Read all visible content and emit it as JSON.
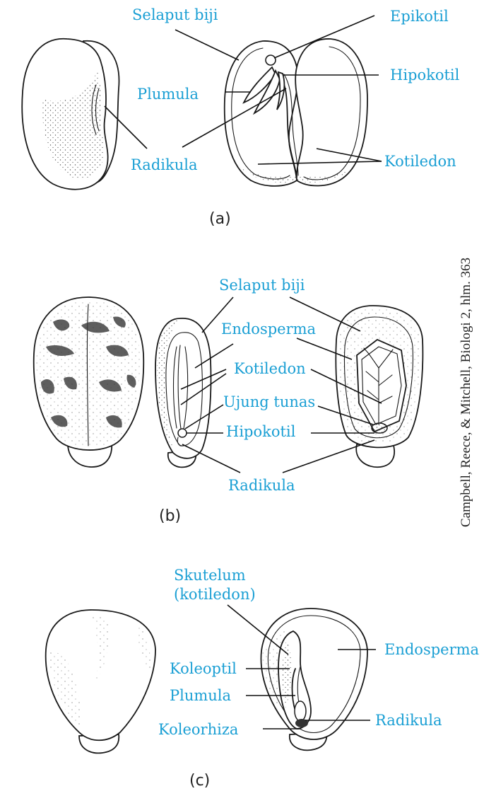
{
  "colors": {
    "label": "#1a9fd4",
    "ink": "#1a1a1a",
    "stipple": "#555555",
    "background": "#ffffff"
  },
  "panel_a": {
    "caption": "(a)",
    "labels": {
      "selaput_biji": "Selaput biji",
      "epikotil": "Epikotil",
      "plumula": "Plumula",
      "hipokotil": "Hipokotil",
      "radikula": "Radikula",
      "kotiledon": "Kotiledon"
    }
  },
  "panel_b": {
    "caption": "(b)",
    "labels": {
      "selaput_biji": "Selaput biji",
      "endosperma": "Endosperma",
      "kotiledon": "Kotiledon",
      "ujung_tunas": "Ujung tunas",
      "hipokotil": "Hipokotil",
      "radikula": "Radikula"
    }
  },
  "panel_c": {
    "caption": "(c)",
    "labels": {
      "skutelum_line1": "Skutelum",
      "skutelum_line2": "(kotiledon)",
      "endosperma": "Endosperma",
      "koleoptil": "Koleoptil",
      "plumula": "Plumula",
      "radikula": "Radikula",
      "koleorhiza": "Koleorhiza"
    }
  },
  "credit": "Campbell, Reece, & Mitchell, Biologi 2, hlm. 363"
}
